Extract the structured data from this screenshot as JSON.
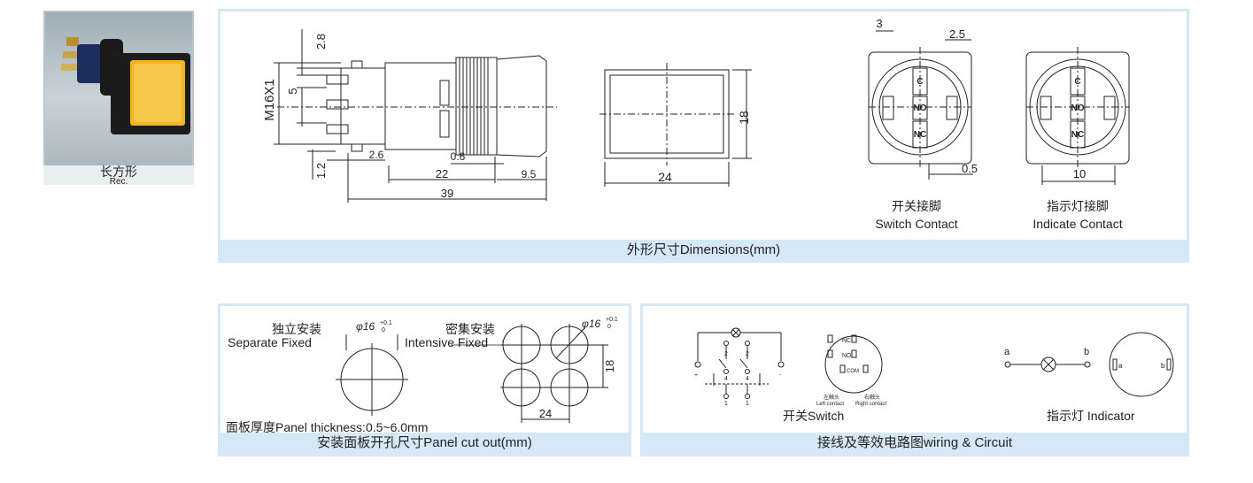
{
  "product": {
    "name_cn": "长方形",
    "name_en": "Rec."
  },
  "dimensions": {
    "title": "外形尺寸Dimensions(mm)",
    "labels": {
      "d28": "2.8",
      "thread": "M16X1",
      "d5": "5",
      "d12": "1.2",
      "d26": "2.6",
      "d06": "0.6",
      "d22": "22",
      "d95": "9.5",
      "d39": "39",
      "d24": "24",
      "d18": "18",
      "d3": "3",
      "d25": "2.5",
      "d05": "0.5",
      "d10": "10"
    },
    "contacts": {
      "switch_cn": "开关接脚",
      "switch_en": "Switch Contact",
      "indicate_cn": "指示灯接脚",
      "indicate_en": "Indicate Contact",
      "pin_c": "C",
      "pin_no": "NO",
      "pin_nc": "NC"
    }
  },
  "cutout": {
    "title": "安装面板开孔尺寸Panel cut out(mm)",
    "separate_cn": "独立安装",
    "separate_en": "Separate Fixed",
    "intensive_cn": "密集安装",
    "intensive_en": "Intensive Fixed",
    "phi_label": "φ16",
    "tol_upper": "+0.1",
    "tol_lower": "0",
    "dim18": "18",
    "dim24": "24",
    "thickness": "面板厚度Panel thickness:0.5~6.0mm"
  },
  "wiring": {
    "title": "接线及等效电路图wiring & Circuit",
    "switch_label": "开关Switch",
    "indicator_label": "指示灯 Indicator",
    "left_contact_cn": "左触头",
    "left_contact_en": "Left contact",
    "right_contact_cn": "右触头",
    "right_contact_en": "Right contact",
    "node_a": "a",
    "node_b": "b",
    "plus": "+",
    "minus": "-",
    "n1": "1",
    "n2": "2",
    "n4": "4",
    "pin_nc": "NC",
    "pin_no": "NO",
    "pin_com": "COM"
  },
  "colors": {
    "panel_border": "#d4e8f5",
    "lens": "#f4b41a",
    "line": "#231f20"
  }
}
